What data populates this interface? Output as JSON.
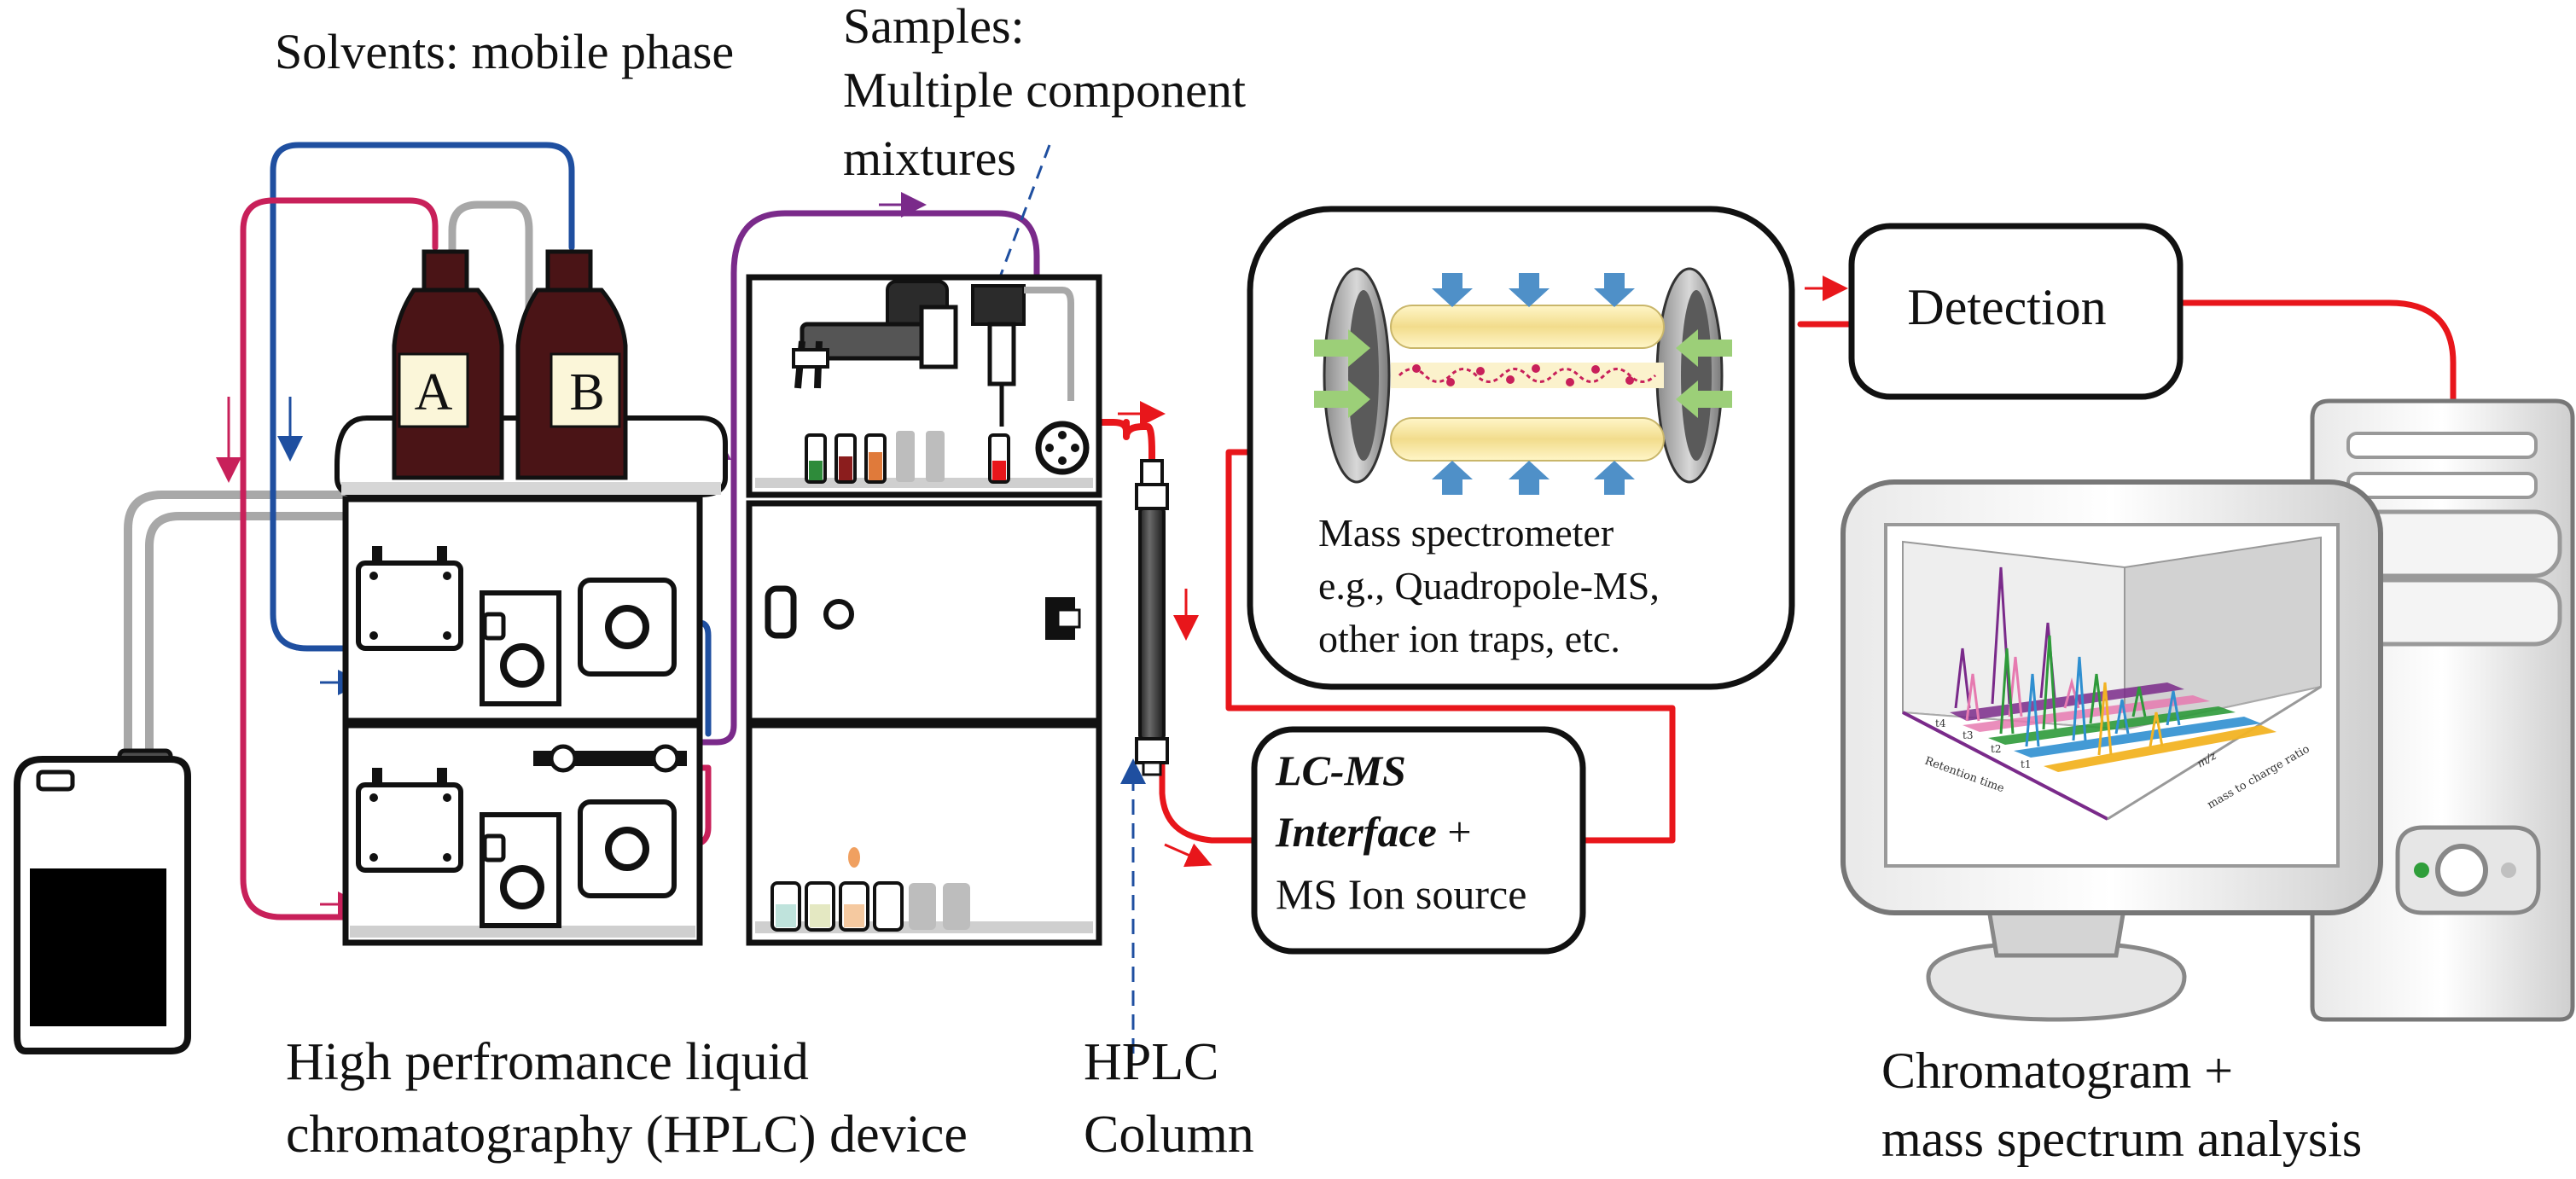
{
  "labels": {
    "solvents": "Solvents: mobile phase",
    "samples_line1": "Samples:",
    "samples_line2": "Multiple component",
    "samples_line3": "mixtures",
    "bottle_a": "A",
    "bottle_b": "B",
    "hplc_line1": "High perfromance liquid",
    "hplc_line2": "chromatography (HPLC) device",
    "column_line1": "HPLC",
    "column_line2": "Column",
    "ms_line1": "Mass spectrometer",
    "ms_line2": "e.g., Quadropole-MS,",
    "ms_line3": "other ion traps, etc.",
    "detection": "Detection",
    "lcms_line1": "LC-MS",
    "lcms_line2a": "Interface",
    "lcms_line2b": " +",
    "lcms_line3": "MS Ion source",
    "chrom_line1": "Chromatogram +",
    "chrom_line2": "mass spectrum analysis",
    "plot_retention": "Retention time",
    "plot_mz": "m/z",
    "plot_mass": "mass to charge ratio",
    "plot_t1": "t1",
    "plot_t2": "t2",
    "plot_t3": "t3",
    "plot_t4": "t4"
  },
  "colors": {
    "tube_blue": "#1f4fa0",
    "tube_red": "#c8205a",
    "tube_purple": "#7a2a8a",
    "signal_red": "#e8161b",
    "bottle_brown": "#4a1416",
    "grey_tube": "#a8a8a8"
  }
}
